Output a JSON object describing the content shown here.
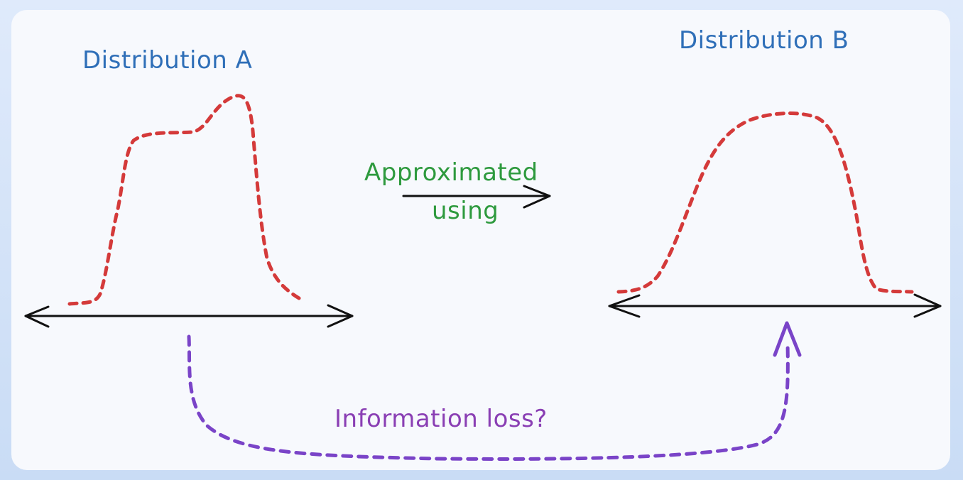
{
  "labels": {
    "distribution_a": "Distribution A",
    "distribution_b": "Distribution B",
    "approximated": "Approximated",
    "using": "using",
    "information_loss": "Information loss?"
  },
  "colors": {
    "title_blue": "#2f6fb8",
    "curve_red": "#d43a3a",
    "axis_black": "#111111",
    "approx_green": "#2e9a3e",
    "loss_purple": "#7a44c8",
    "loss_text": "#8a3fb4"
  }
}
